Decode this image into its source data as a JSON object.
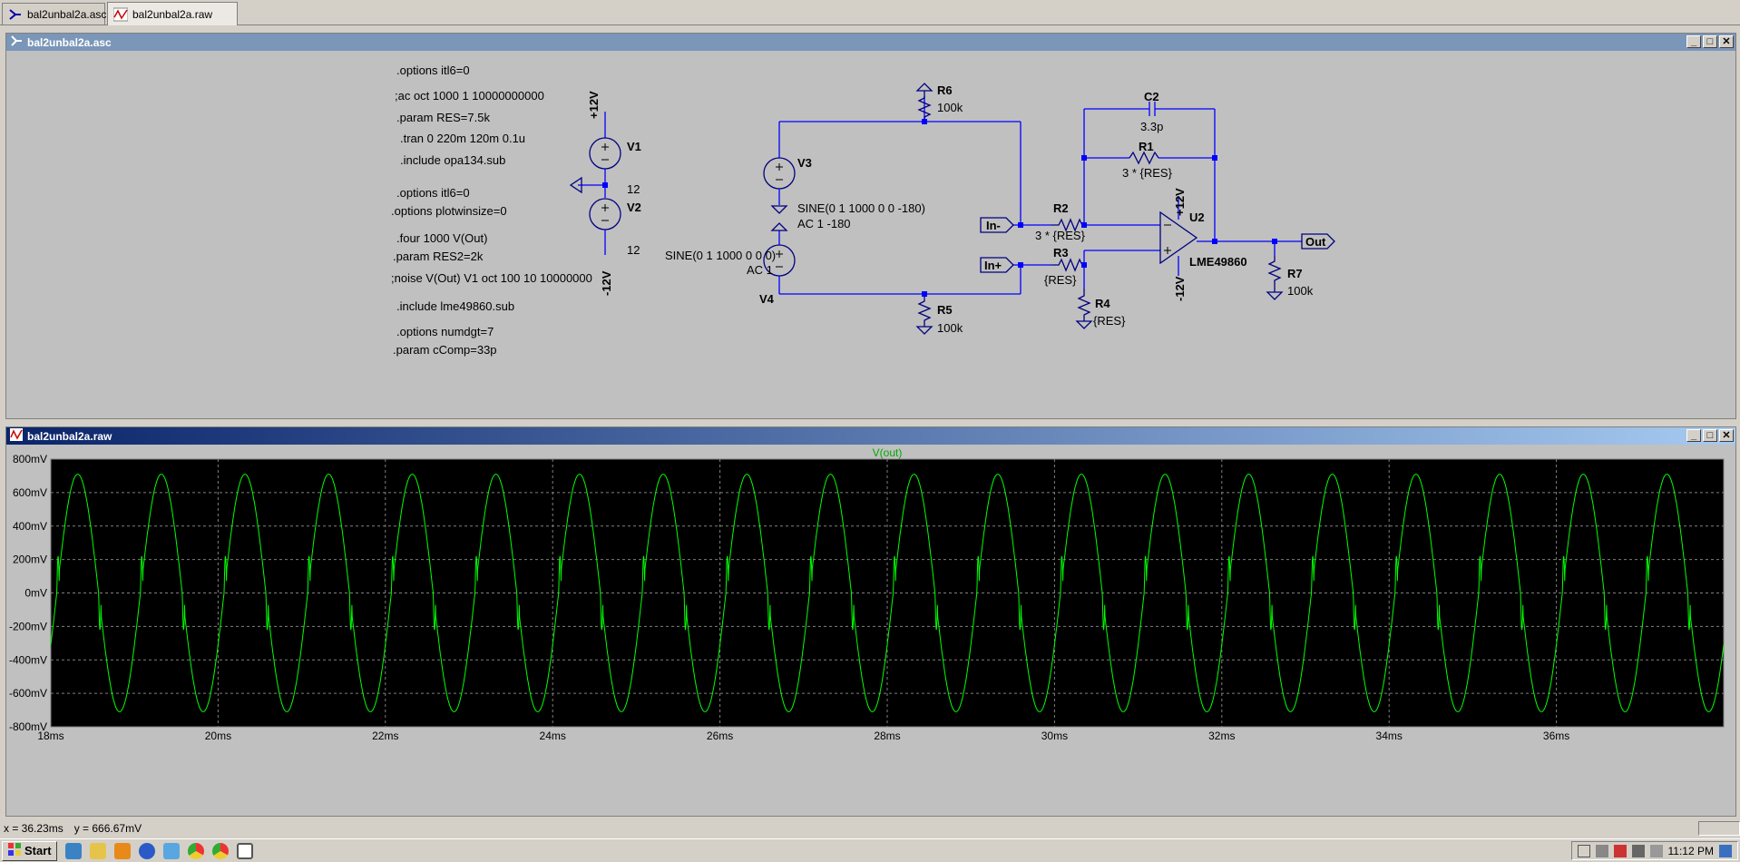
{
  "tabs": [
    {
      "label": "bal2unbal2a.asc"
    },
    {
      "label": "bal2unbal2a.raw"
    }
  ],
  "schematic_window": {
    "title": "bal2unbal2a.asc",
    "controls": [
      "_",
      "□",
      "✕"
    ],
    "directives": [
      ".options itl6=0",
      ";ac oct 1000 1 10000000000",
      ".param RES=7.5k",
      ".tran 0 220m 120m 0.1u",
      ".include opa134.sub",
      ".options itl6=0",
      ".options plotwinsize=0",
      ".four 1000 V(Out)",
      ".param RES2=2k",
      ";noise V(Out) V1 oct 100 10 10000000",
      ".include lme49860.sub",
      ".options numdgt=7",
      ".param cComp=33p"
    ],
    "labels": {
      "v1": "V1",
      "v1_val": "12",
      "v2": "V2",
      "v2_val": "12",
      "p12": "+12V",
      "m12": "-12V",
      "v3": "V3",
      "v3_sine": "SINE(0 1 1000 0 0 -180)",
      "v3_ac": "AC 1 -180",
      "v4": "V4",
      "v4_sine": "SINE(0 1 1000 0 0 0)",
      "v4_ac": "AC 1",
      "r6": "R6",
      "r6_val": "100k",
      "r5": "R5",
      "r5_val": "100k",
      "c2": "C2",
      "c2_val": "3.3p",
      "r1": "R1",
      "r1_val": "3 * {RES}",
      "r2": "R2",
      "r2_val": "3 * {RES}",
      "r3": "R3",
      "r3_val": "{RES}",
      "r4": "R4",
      "r4_val": "{RES}",
      "r7": "R7",
      "r7_val": "100k",
      "u2": "U2",
      "u2_model": "LME49860",
      "u2_p12": "+12V",
      "u2_m12": "-12V",
      "in_minus": "In-",
      "in_plus": "In+",
      "out": "Out"
    }
  },
  "waveform_window": {
    "title": "bal2unbal2a.raw",
    "controls": [
      "_",
      "□",
      "✕"
    ]
  },
  "colors": {
    "wire": "#0000ff",
    "trace": "#00ff00",
    "plot_bg": "#000000",
    "grid": "#808080"
  },
  "chart_data": {
    "type": "line",
    "title": "V(out)",
    "series": [
      {
        "name": "V(out)",
        "description_points": "sine-like with glitches at zero crossings",
        "amplitude_mV": 710,
        "frequency_hz": 1000,
        "glitch_level_mV": 200
      }
    ],
    "x_tick_labels": [
      "18ms",
      "20ms",
      "22ms",
      "24ms",
      "26ms",
      "28ms",
      "30ms",
      "32ms",
      "34ms",
      "36ms"
    ],
    "y_tick_labels": [
      "800mV",
      "600mV",
      "400mV",
      "200mV",
      "0mV",
      "-200mV",
      "-400mV",
      "-600mV",
      "-800mV"
    ],
    "xlim_ms": [
      18,
      38
    ],
    "ylim_mV": [
      -800,
      800
    ],
    "grid": true
  },
  "status": {
    "x_readout": "x = 36.23ms",
    "y_readout": "y = 666.67mV"
  },
  "taskbar": {
    "start_label": "Start",
    "clock": "11:12 PM"
  }
}
